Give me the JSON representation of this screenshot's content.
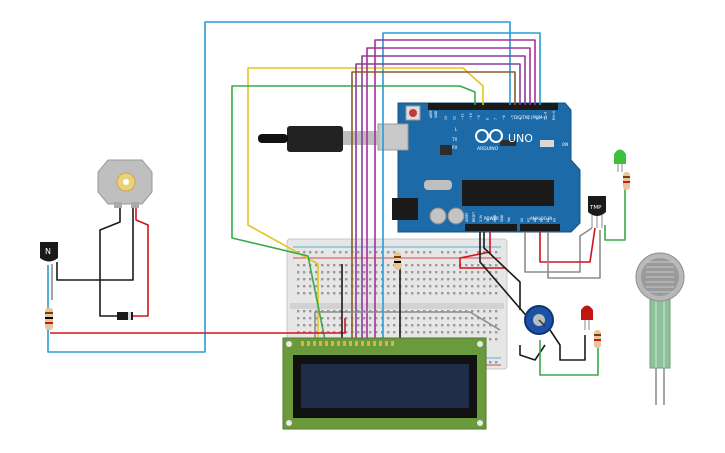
{
  "arduino": {
    "logo": "ARDUINO",
    "model": "UNO",
    "digital_label": "DIGITAL (PWM~)",
    "power_label": "POWER",
    "analog_label": "ANALOG IN",
    "tx_label": "TX",
    "rx_label": "RX",
    "l_label": "L",
    "aref_label": "AREF",
    "gnd_label": "GND",
    "on_label": "ON",
    "digital_pins": [
      "13",
      "12",
      "~11",
      "~10",
      "~9",
      "8",
      "7",
      "~6",
      "~5",
      "4",
      "~3",
      "2",
      "TX→1",
      "RX←0"
    ],
    "power_pins": [
      "IOREF",
      "RESET",
      "3.3V",
      "5V",
      "GND",
      "GND",
      "Vin"
    ],
    "analog_pins": [
      "A0",
      "A1",
      "A2",
      "A3",
      "A4",
      "A5"
    ]
  },
  "transistor": {
    "label": "N"
  },
  "temp_sensor": {
    "label": "TMP"
  },
  "colors": {
    "board": "#1c6aa8",
    "breadboard": "#e6e6e6",
    "lcd_pcb": "#6b9a3c",
    "lcd_screen": "#1e2c48",
    "wire_red": "#d0141c",
    "wire_blue": "#2a9bd6",
    "wire_yellow": "#e3c51f",
    "wire_green": "#3aa84a",
    "wire_magenta": "#a4309b",
    "wire_purple": "#8a3c9b",
    "wire_brown": "#8b5a2b",
    "wire_black": "#1a1a1a",
    "wire_gray": "#8c8c8c",
    "led_green": "#3ec03e",
    "led_red": "#c31414",
    "pot_blue": "#1b52a6"
  }
}
